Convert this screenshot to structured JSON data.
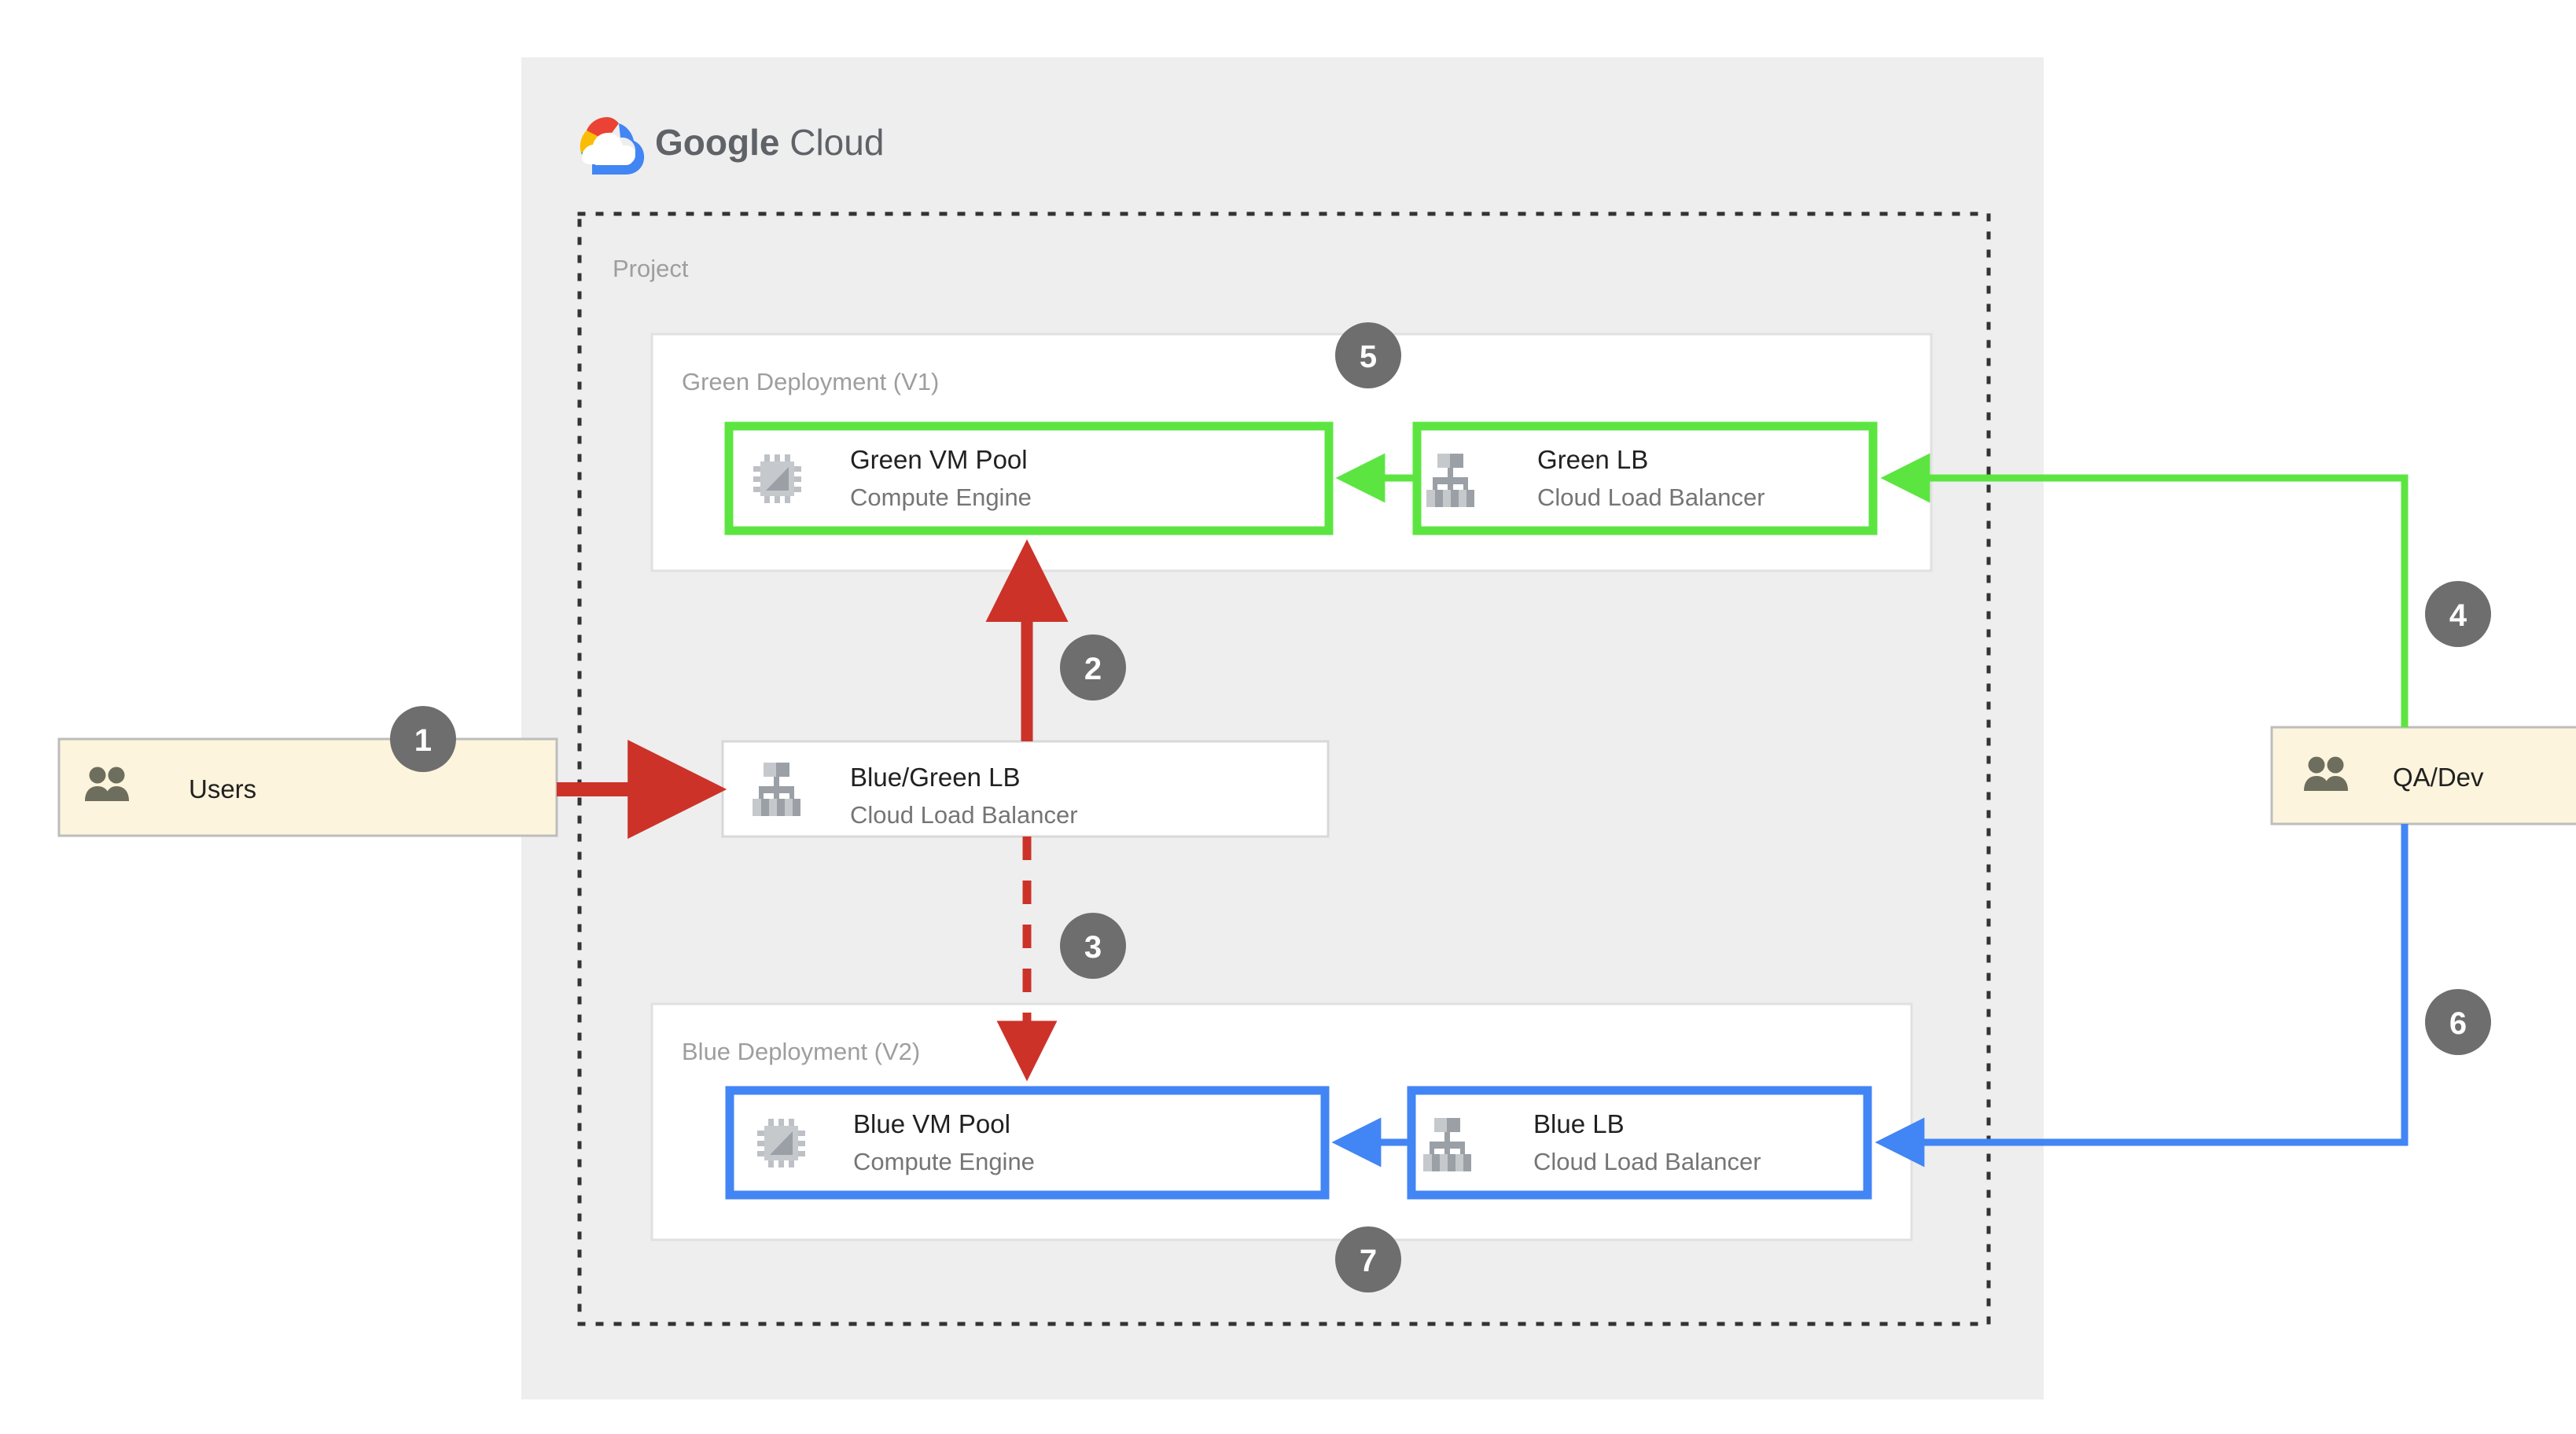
{
  "brand": {
    "name_primary": "Google",
    "name_secondary": "Cloud",
    "logo_icon": "google-cloud-logo-icon",
    "colors": {
      "red": "#EA4335",
      "yellow": "#FBBC04",
      "green": "#34A853",
      "blue": "#4285F4"
    }
  },
  "containers": {
    "cloud_boundary_label": "",
    "project_label": "Project",
    "green_zone_label": "Green Deployment (V1)",
    "blue_zone_label": "Blue Deployment (V2)"
  },
  "nodes": {
    "green_vm": {
      "title": "Green VM Pool",
      "subtitle": "Compute Engine",
      "icon": "compute-engine-chip-icon",
      "border_color": "#5CE541"
    },
    "green_lb": {
      "title": "Green LB",
      "subtitle": "Cloud Load Balancer",
      "icon": "cloud-load-balancer-icon",
      "border_color": "#5CE541"
    },
    "bluegreen_lb": {
      "title": "Blue/Green LB",
      "subtitle": "Cloud Load Balancer",
      "icon": "cloud-load-balancer-icon",
      "border_color": "#d8d8d8"
    },
    "blue_vm": {
      "title": "Blue VM Pool",
      "subtitle": "Compute Engine",
      "icon": "compute-engine-chip-icon",
      "border_color": "#4285F4"
    },
    "blue_lb": {
      "title": "Blue LB",
      "subtitle": "Cloud Load Balancer",
      "icon": "cloud-load-balancer-icon",
      "border_color": "#4285F4"
    }
  },
  "actors": {
    "users": {
      "label": "Users",
      "icon": "people-icon",
      "fill": "#FCF4DC"
    },
    "qa_dev": {
      "label": "QA/Dev",
      "icon": "people-icon",
      "fill": "#FCF4DC"
    }
  },
  "badges": [
    {
      "id": "badge-1",
      "number": "1"
    },
    {
      "id": "badge-2",
      "number": "2"
    },
    {
      "id": "badge-3",
      "number": "3"
    },
    {
      "id": "badge-4",
      "number": "4"
    },
    {
      "id": "badge-5",
      "number": "5"
    },
    {
      "id": "badge-6",
      "number": "6"
    },
    {
      "id": "badge-7",
      "number": "7"
    }
  ],
  "flows": {
    "users_to_bluegreen_lb": {
      "color": "#CC3228",
      "style": "solid"
    },
    "bluegreen_lb_to_green_vm": {
      "color": "#CC3228",
      "style": "solid"
    },
    "bluegreen_lb_to_blue_vm": {
      "color": "#CC3228",
      "style": "dashed"
    },
    "green_lb_to_green_vm": {
      "color": "#5CE541",
      "style": "solid"
    },
    "qa_dev_to_green_lb": {
      "color": "#5CE541",
      "style": "solid"
    },
    "blue_lb_to_blue_vm": {
      "color": "#4285F4",
      "style": "solid"
    },
    "qa_dev_to_blue_lb": {
      "color": "#4285F4",
      "style": "solid"
    }
  },
  "palette": {
    "cloud_bg": "#EEEEEE",
    "zone_bg": "#FFFFFF",
    "badge_gray": "#6E6E6E",
    "icon_gray_dark": "#9AA0A6",
    "icon_gray_light": "#C6C9CC",
    "page_bg": "#FFFFFF"
  }
}
